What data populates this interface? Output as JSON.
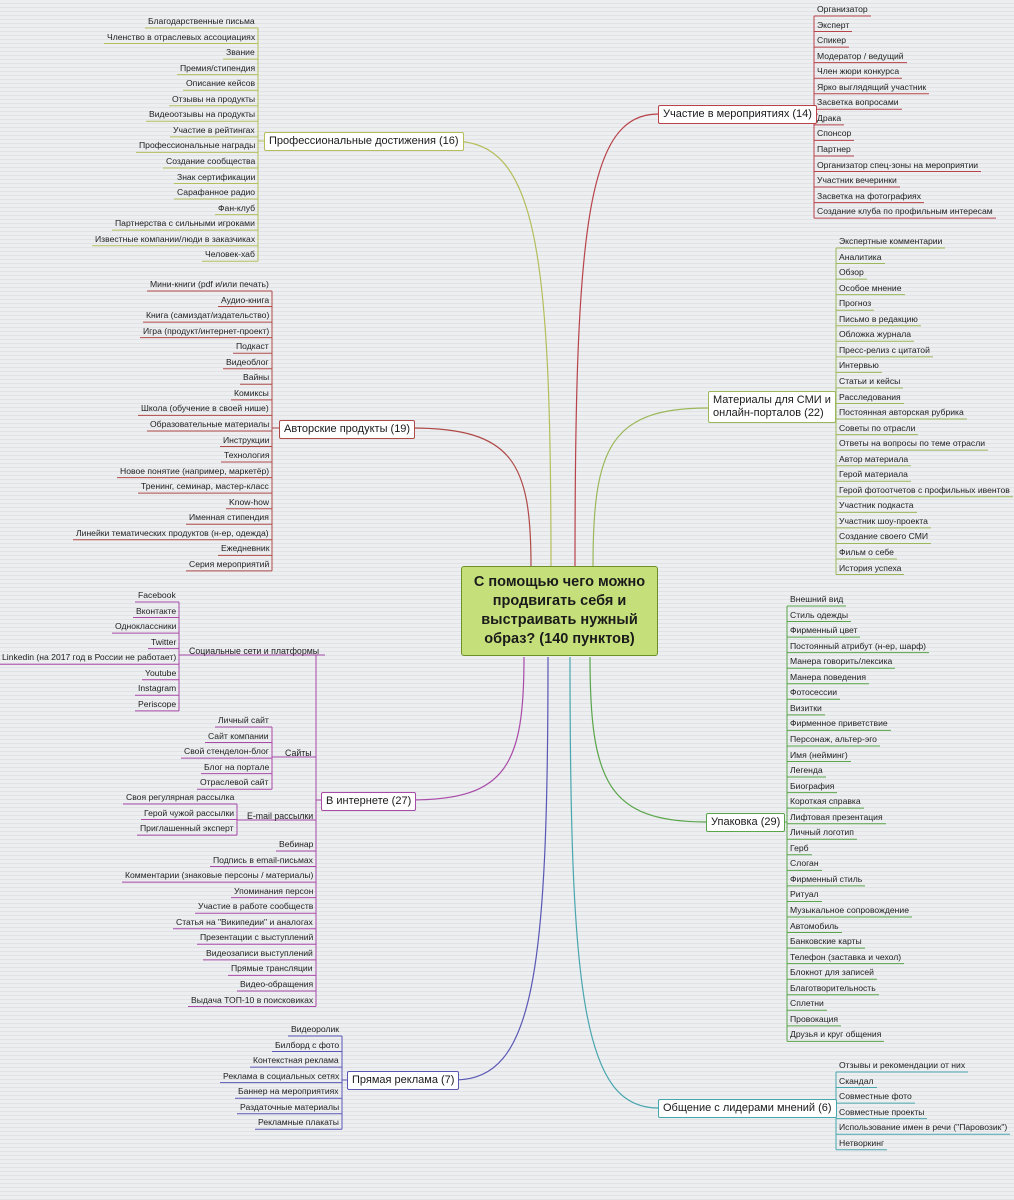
{
  "center": "С помощью чего можно продвигать себя и выстраивать нужный образ? (140 пунктов)",
  "colors": {
    "prof": "#b6be5c",
    "auth": "#b04a48",
    "inet": "#a94aa8",
    "ads": "#5a57b4",
    "part": "#b8434a",
    "media": "#9cb85a",
    "pack": "#5aa54a",
    "lead": "#4aa6ad"
  },
  "branches": {
    "prof": {
      "label": "Профессиональные достижения (16)",
      "items": [
        "Благодарственные письма",
        "Членство в отраслевых ассоциациях",
        "Звание",
        "Премия/стипендия",
        "Описание кейсов",
        "Отзывы на продукты",
        "Видеоотзывы на продукты",
        "Участие в рейтингах",
        "Профессиональные награды",
        "Создание сообщества",
        "Знак сертификации",
        "Сарафанное радио",
        "Фан-клуб",
        "Партнерства с сильными игроками",
        "Известные компании/люди в заказчиках",
        "Человек-хаб"
      ]
    },
    "auth": {
      "label": "Авторские продукты (19)",
      "items": [
        "Мини-книги (pdf и/или печать)",
        "Аудио-книга",
        "Книга (самиздат/издательство)",
        "Игра (продукт/интернет-проект)",
        "Подкаст",
        "Видеоблог",
        "Вайны",
        "Комиксы",
        "Школа (обучение в своей нише)",
        "Образовательные материалы",
        "Инструкции",
        "Технология",
        "Новое понятие (например, маркетёр)",
        "Тренинг, семинар, мастер-класс",
        "Know-how",
        "Именная стипендия",
        "Линейки тематических продуктов (н-ер, одежда)",
        "Ежедневник",
        "Серия мероприятий"
      ]
    },
    "inet": {
      "label": "В интернете (27)",
      "social": {
        "label": "Социальные сети и платформы",
        "items": [
          "Facebook",
          "Вконтакте",
          "Одноклассники",
          "Twitter",
          "Linkedin (на 2017 год в России не работает)",
          "Youtube",
          "Instagram",
          "Periscope"
        ]
      },
      "sites": {
        "label": "Сайты",
        "items": [
          "Личный сайт",
          "Сайт компании",
          "Свой стенделон-блог",
          "Блог на портале",
          "Отраслевой сайт"
        ]
      },
      "email": {
        "label": "E-mail рассылки",
        "items": [
          "Своя регулярная рассылка",
          "Герой чужой рассылки",
          "Приглашенный эксперт"
        ]
      },
      "items": [
        "Вебинар",
        "Подпись в email-письмах",
        "Комментарии (знаковые персоны / материалы)",
        "Упоминания персон",
        "Участие в работе сообществ",
        "Статья на \"Википедии\" и аналогах",
        "Презентации с выступлений",
        "Видеозаписи выступлений",
        "Прямые трансляции",
        "Видео-обращения",
        "Выдача ТОП-10 в поисковиках"
      ]
    },
    "ads": {
      "label": "Прямая реклама (7)",
      "items": [
        "Видеоролик",
        "Билборд с фото",
        "Контекстная реклама",
        "Реклама в социальных сетях",
        "Баннер на мероприятиях",
        "Раздаточные материалы",
        "Рекламные плакаты"
      ]
    },
    "part": {
      "label": "Участие в мероприятиях (14)",
      "items": [
        "Организатор",
        "Эксперт",
        "Спикер",
        "Модератор / ведущий",
        "Член жюри конкурса",
        "Ярко выглядящий участник",
        "Засветка вопросами",
        "Драка",
        "Спонсор",
        "Партнер",
        "Организатор спец-зоны на мероприятии",
        "Участник вечеринки",
        "Засветка на фотографиях",
        "Создание клуба по профильным интересам"
      ]
    },
    "media": {
      "label": "Материалы для СМИ и онлайн-порталов (22)",
      "items": [
        "Экспертные комментарии",
        "Аналитика",
        "Обзор",
        "Особое мнение",
        "Прогноз",
        "Письмо в редакцию",
        "Обложка журнала",
        "Пресс-релиз с цитатой",
        "Интервью",
        "Статьи и кейсы",
        "Расследования",
        "Постоянная авторская рубрика",
        "Советы по отрасли",
        "Ответы на вопросы по теме отрасли",
        "Автор материала",
        "Герой материала",
        "Герой фотоотчетов с профильных ивентов",
        "Участник подкаста",
        "Участник шоу-проекта",
        "Создание своего СМИ",
        "Фильм о себе",
        "История успеха"
      ]
    },
    "pack": {
      "label": "Упаковка (29)",
      "items": [
        "Внешний вид",
        "Стиль одежды",
        "Фирменный цвет",
        "Постоянный атрибут (н-ер, шарф)",
        "Манера говорить/лексика",
        "Манера поведения",
        "Фотосессии",
        "Визитки",
        "Фирменное приветствие",
        "Персонаж, альтер-эго",
        "Имя (нейминг)",
        "Легенда",
        "Биография",
        "Короткая справка",
        "Лифтовая презентация",
        "Личный логотип",
        "Герб",
        "Слоган",
        "Фирменный стиль",
        "Ритуал",
        "Музыкальное сопровождение",
        "Автомобиль",
        "Банковские карты",
        "Телефон (заставка и чехол)",
        "Блокнот для записей",
        "Благотворительность",
        "Сплетни",
        "Провокация",
        "Друзья и круг общения"
      ]
    },
    "lead": {
      "label": "Общение с лидерами мнений (6)",
      "items": [
        "Отзывы и рекомендации от них",
        "Скандал",
        "Совместные фото",
        "Совместные проекты",
        "Использование имен в речи (\"Паровозик\")",
        "Нетворкинг"
      ]
    }
  }
}
